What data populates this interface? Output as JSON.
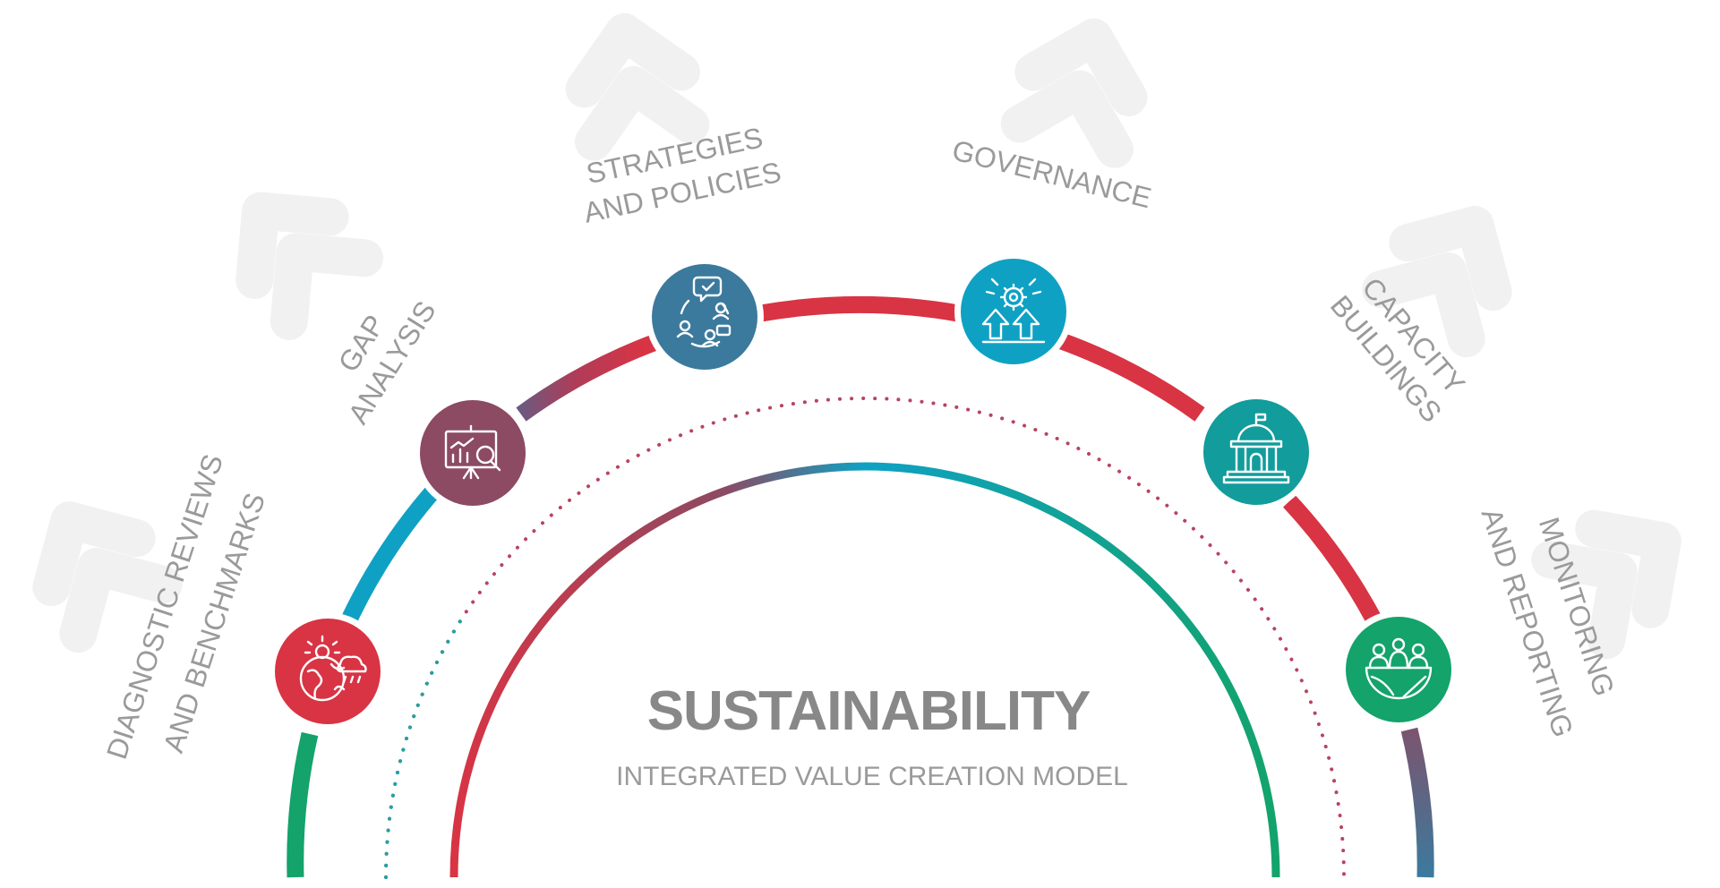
{
  "title": "SUSTAINABILITY",
  "subtitle": "INTEGRATED VALUE CREATION MODEL",
  "colors": {
    "red": "#d83444",
    "blue": "#0fa1c3",
    "green": "#13a36b",
    "mauve": "#8c4a63",
    "steel": "#3b7a9d",
    "teal": "#129c9c",
    "label": "#9a9a9a",
    "title": "#888888",
    "chevron": "#f1f1f1"
  },
  "stages": [
    {
      "id": "diagnostic",
      "lines": [
        "DIAGNOSTIC REVIEWS",
        "AND BENCHMARKS"
      ],
      "icon": "earth-weather-icon",
      "color": "#d83444"
    },
    {
      "id": "gap",
      "lines": [
        "GAP",
        "ANALYSIS"
      ],
      "icon": "presentation-chart-icon",
      "color": "#8c4a63"
    },
    {
      "id": "strategies",
      "lines": [
        "STRATEGIES",
        "AND POLICIES"
      ],
      "icon": "people-cycle-icon",
      "color": "#3b7a9d"
    },
    {
      "id": "governance",
      "lines": [
        "GOVERNANCE"
      ],
      "icon": "gear-growth-icon",
      "color": "#0fa1c3"
    },
    {
      "id": "capacity",
      "lines": [
        "CAPACITY",
        "BUILDINGS"
      ],
      "icon": "institution-building-icon",
      "color": "#129c9c"
    },
    {
      "id": "monitoring",
      "lines": [
        "MONITORING",
        "AND REPORTING"
      ],
      "icon": "people-bowl-icon",
      "color": "#13a36b"
    }
  ]
}
